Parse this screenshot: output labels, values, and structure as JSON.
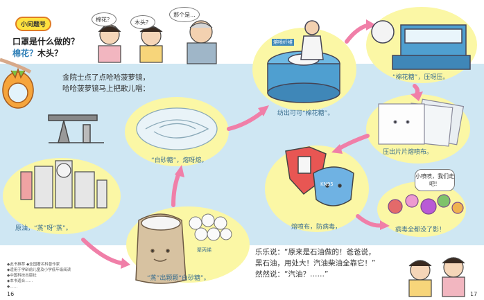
{
  "header": {
    "badge": "小问题号",
    "title_line1": "口罩是什么做的？",
    "title_line2_a": "棉花？",
    "title_line2_b": "木头？"
  },
  "bubbles": [
    "棉花？",
    "木头？",
    "那个是..."
  ],
  "intro": [
    "金院士点了点哈哈菠萝镜，",
    "哈哈菠萝镜马上把歌儿唱："
  ],
  "steps": {
    "oil": "原油，“蒸”呀“蒸”。",
    "sugar_bag": "“蒸”出颗颗“白砂糖”。",
    "sugar_tag": "聚丙烯",
    "melt": "“白砂糖”，熔呀熔。",
    "spin_tag": "熔喷纤维",
    "spin": "纺出可可“棉花糖”。",
    "press": "“棉花糖”，压呀压。",
    "sheet": "压出片片熔喷布。",
    "mask": "熔喷布，防病毒，",
    "virus": "病毒全都没了影！"
  },
  "virus_bubble": "小喷喷，我们走吧！",
  "mask_text": "KN95",
  "dialogue": [
    "乐乐说：“原来是石油做的！爸爸说，",
    "黑石油，用处大！汽油柴油全靠它！”",
    "然然说：“汽油？……”"
  ],
  "footnote": [
    "◆此书推荐 ◆全国著名科普作家",
    "◆适用于学龄前儿童及小学低年级阅读",
    "◆中国科技出版社",
    "◆本书适合……",
    "◆……"
  ],
  "page_left": "16",
  "page_right": "17",
  "colors": {
    "band": "#cfe7f3",
    "ellipse": "#fbf7a5",
    "arrow": "#f07fa8",
    "label": "#3b6f8f"
  }
}
